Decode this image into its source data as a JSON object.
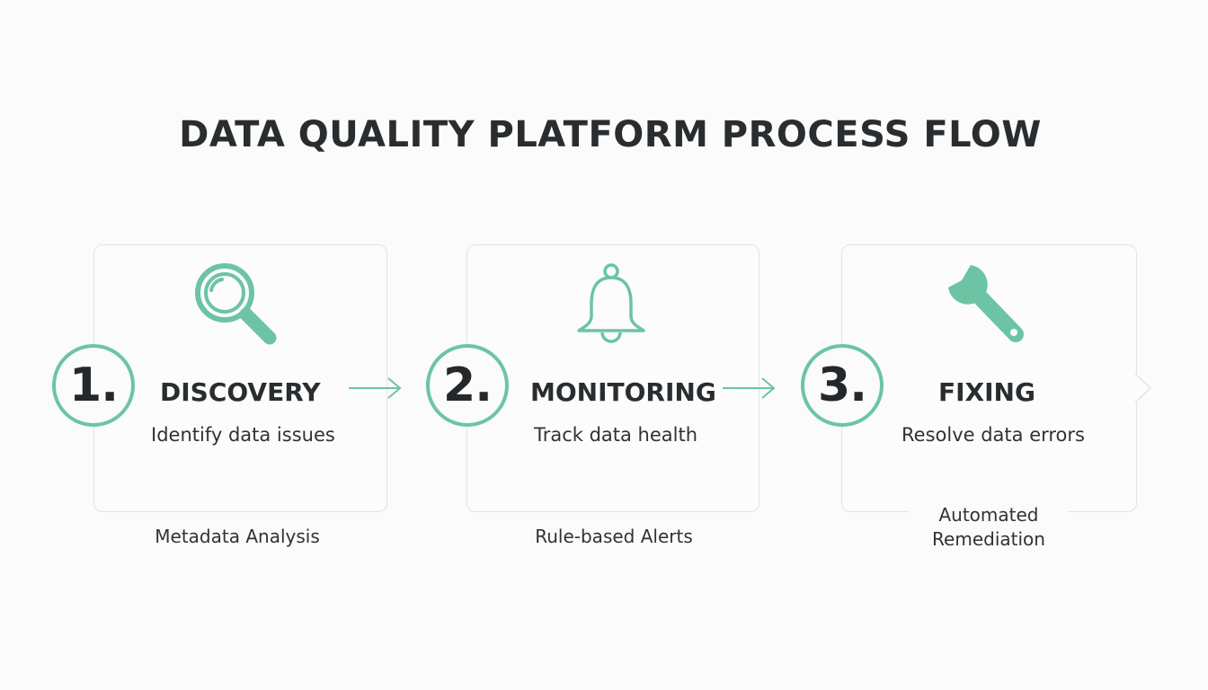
{
  "diagram": {
    "title": "DATA QUALITY PLATFORM PROCESS FLOW",
    "accent_color": "#6cc4a4",
    "steps": [
      {
        "number": "1.",
        "title": "DISCOVERY",
        "description": "Identify data issues",
        "caption": "Metadata Analysis",
        "icon": "magnifying-glass-icon"
      },
      {
        "number": "2.",
        "title": "MONITORING",
        "description": "Track data health",
        "caption": "Rule-based Alerts",
        "icon": "bell-icon"
      },
      {
        "number": "3.",
        "title": "FIXING",
        "description": "Resolve data errors",
        "caption": "Automated Remediation",
        "icon": "wrench-icon"
      }
    ]
  }
}
